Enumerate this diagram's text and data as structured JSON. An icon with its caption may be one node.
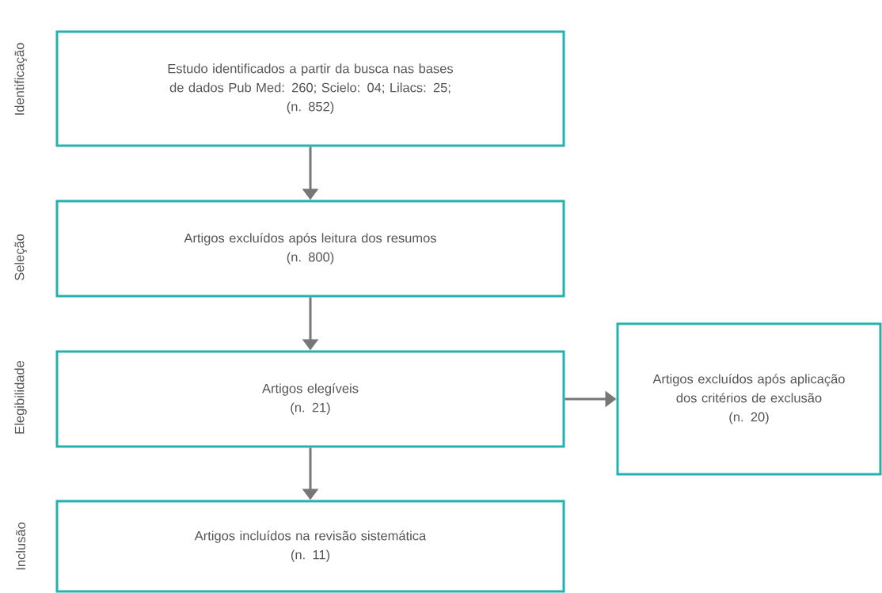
{
  "diagram": {
    "nodes": [
      {
        "text": [
          "Estudo identificados a partir da busca nas bases de dados Pub Med: 260; Scielo: 04; Lilacs: 25;",
          "(n. 852)"
        ]
      },
      {
        "text": [
          "Artigos excluídos após leitura dos resumos",
          "(n. 800)"
        ]
      },
      {
        "text": [
          "Artigos elegíveis",
          "(n. 21)"
        ]
      },
      {
        "text": [
          "Artigos excluídos após aplicação dos critérios de exclusão",
          "(n. 20)"
        ]
      },
      {
        "text": [
          "Artigos incluídos na revisão sistemática",
          "(n. 11)"
        ]
      }
    ],
    "edges": [
      {
        "from": 0,
        "to": 1,
        "arrow": "to"
      },
      {
        "from": 1,
        "to": 2,
        "arrow": "to"
      },
      {
        "from": 2,
        "to": 3,
        "arrow": "to"
      },
      {
        "from": 2,
        "to": 4,
        "arrow": "to"
      }
    ],
    "labels": [
      "Identificação",
      "Seleção",
      "Elegibilidade",
      "Inclusão"
    ]
  }
}
